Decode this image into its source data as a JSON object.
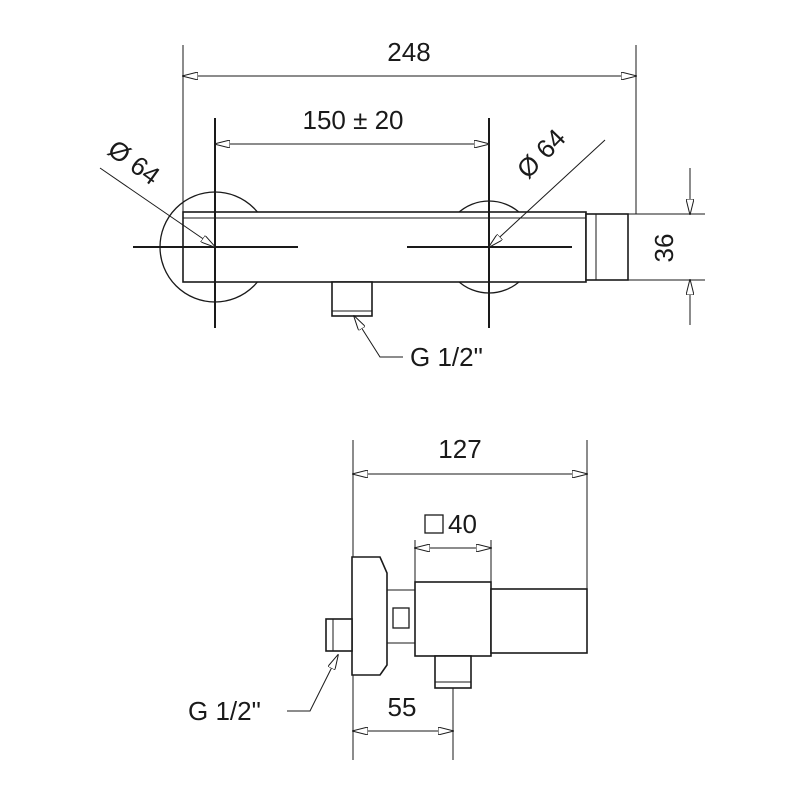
{
  "front_view": {
    "overall_width": "248",
    "center_distance": "150 ± 20",
    "left_rosette_diameter": "Ø 64",
    "right_rosette_diameter": "Ø 64",
    "body_height": "36",
    "inlet_thread": "G 1/2\""
  },
  "side_view": {
    "depth": "127",
    "square_size": "40",
    "outlet_offset": "55",
    "inlet_thread": "G 1/2\""
  }
}
